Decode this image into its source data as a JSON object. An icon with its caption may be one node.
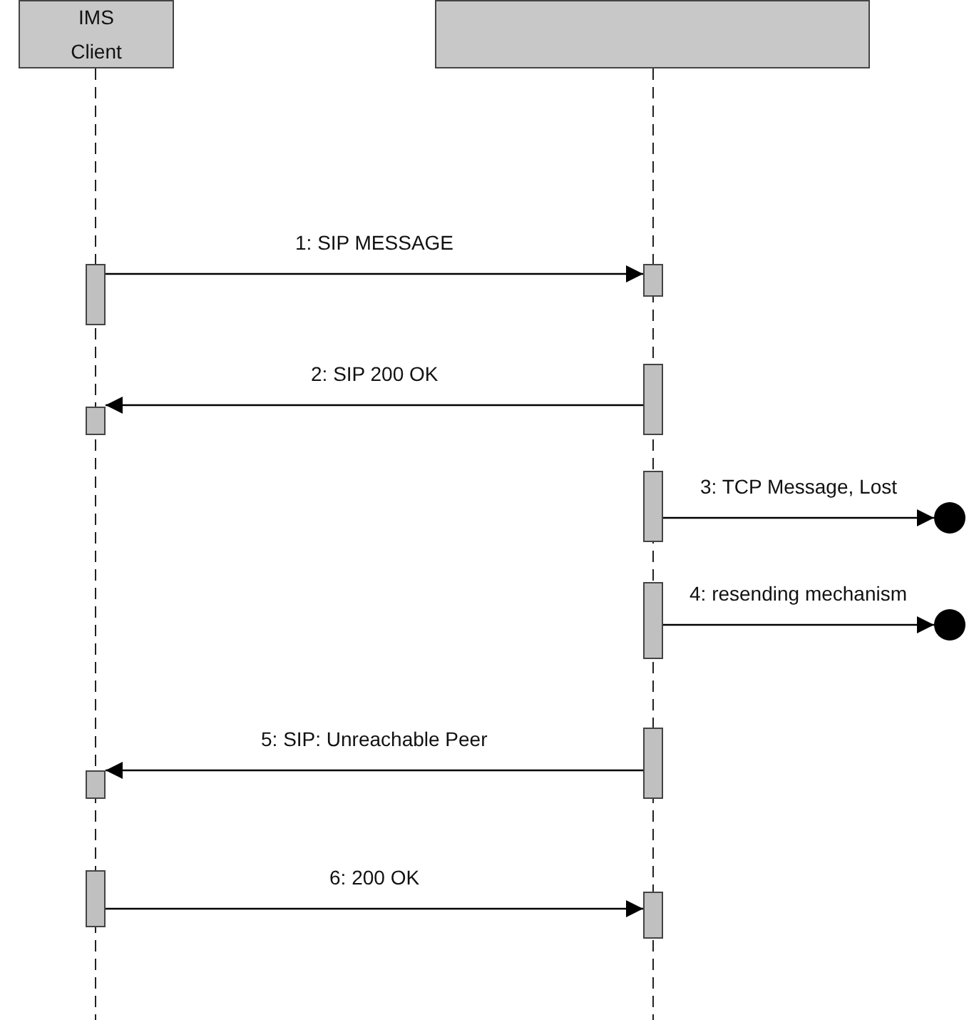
{
  "diagram": {
    "nodes": [
      {
        "text": [
          "IMS Client"
        ]
      },
      {
        "text": [],
        "shape": "box"
      },
      {
        "text": [],
        "shape": "bar"
      },
      {
        "text": [],
        "shape": "bar"
      },
      {
        "text": [],
        "shape": "bar"
      },
      {
        "text": [],
        "shape": "bar"
      },
      {
        "text": [],
        "shape": "bar"
      },
      {
        "text": [],
        "shape": "circle"
      },
      {
        "text": [],
        "shape": "bar"
      },
      {
        "text": [],
        "shape": "circle"
      },
      {
        "text": [],
        "shape": "bar"
      },
      {
        "text": [],
        "shape": "bar"
      },
      {
        "text": [],
        "shape": "bar"
      },
      {
        "text": [],
        "shape": "bar"
      }
    ],
    "edges": [
      {
        "from": 2,
        "to": 3,
        "arrow": "to",
        "label": "1: SIP MESSAGE"
      },
      {
        "from": 4,
        "to": 5,
        "arrow": "to",
        "label": "2: SIP 200 OK"
      },
      {
        "from": 6,
        "to": 7,
        "arrow": "to",
        "label": "3: TCP Message, Lost"
      },
      {
        "from": 8,
        "to": 9,
        "arrow": "to",
        "label": "4: resending mechanism"
      },
      {
        "from": 10,
        "to": 11,
        "arrow": "to",
        "label": "5: SIP: Unreachable Peer"
      },
      {
        "from": 12,
        "to": 13,
        "arrow": "to",
        "label": "6: 200 OK"
      }
    ]
  }
}
